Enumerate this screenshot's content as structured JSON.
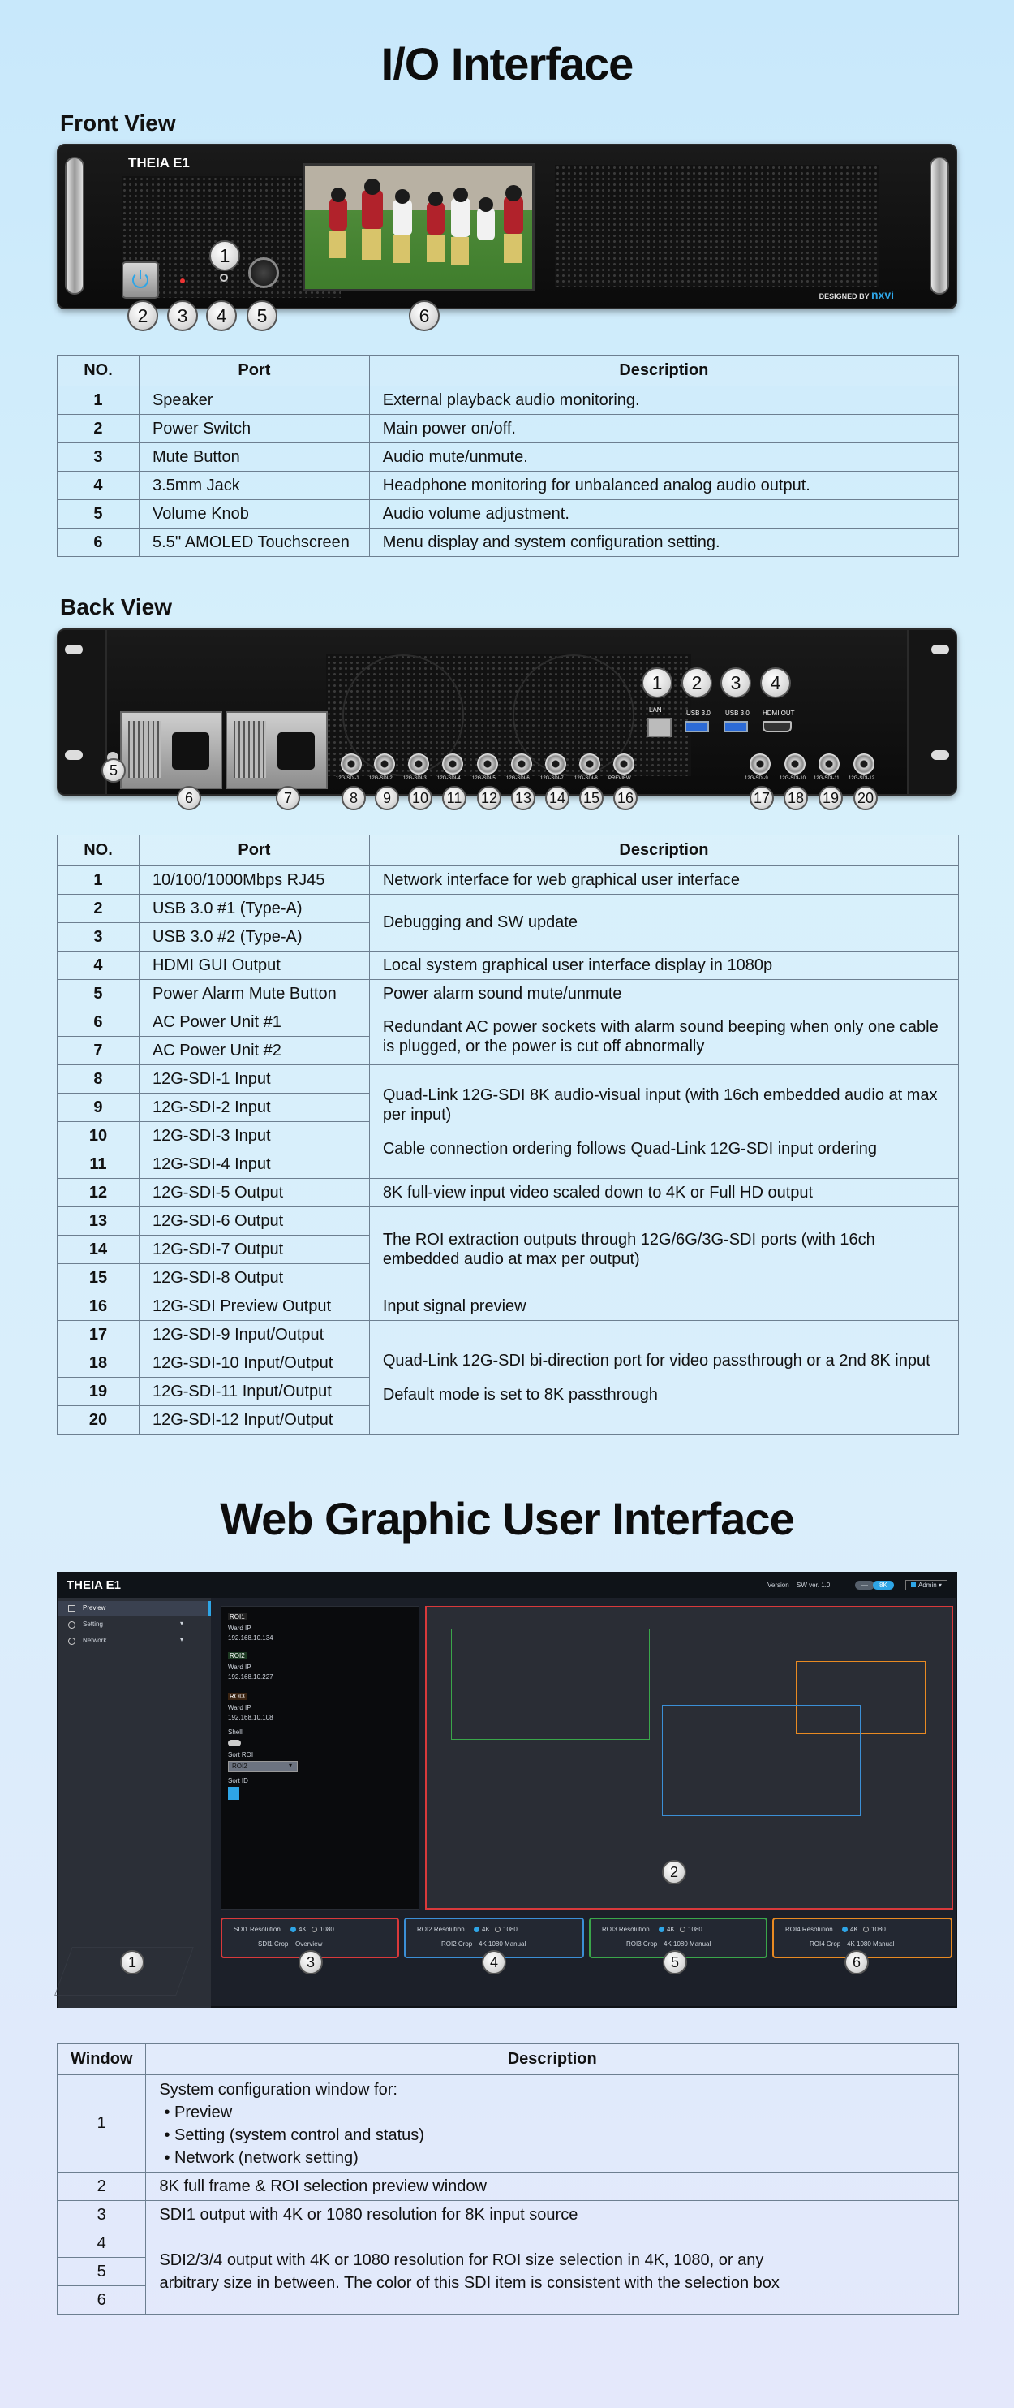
{
  "titles": {
    "io": "I/O Interface",
    "front": "Front View",
    "back": "Back View",
    "web": "Web Graphic User Interface"
  },
  "front_device": {
    "brand": "THEIA E1",
    "maker": "DESIGNED BY",
    "maker_logo": "nxvi",
    "callouts": [
      "1",
      "2",
      "3",
      "4",
      "5",
      "6"
    ]
  },
  "front_table": {
    "headers": [
      "NO.",
      "Port",
      "Description"
    ],
    "rows": [
      {
        "no": "1",
        "port": "Speaker",
        "desc": "External playback audio monitoring."
      },
      {
        "no": "2",
        "port": "Power Switch",
        "desc": "Main power on/off."
      },
      {
        "no": "3",
        "port": "Mute Button",
        "desc": "Audio mute/unmute."
      },
      {
        "no": "4",
        "port": "3.5mm Jack",
        "desc": "Headphone monitoring for unbalanced analog audio output."
      },
      {
        "no": "5",
        "port": "Volume Knob",
        "desc": "Audio volume adjustment."
      },
      {
        "no": "6",
        "port": "5.5'' AMOLED Touchscreen",
        "desc": "Menu display and system configuration setting."
      }
    ]
  },
  "back_device": {
    "port_labels": [
      "LAN",
      "USB 3.0",
      "USB 3.0",
      "HDMI OUT"
    ],
    "bnc_labels": [
      "12G-SDI-1",
      "12G-SDI-2",
      "12G-SDI-3",
      "12G-SDI-4",
      "12G-SDI-5",
      "12G-SDI-6",
      "12G-SDI-7",
      "12G-SDI-8",
      "PREVIEW",
      "12G-SDI-9",
      "12G-SDI-10",
      "12G-SDI-11",
      "12G-SDI-12"
    ],
    "callouts_top": [
      "1",
      "2",
      "3",
      "4"
    ],
    "callouts_bottom": [
      "5",
      "6",
      "7",
      "8",
      "9",
      "10",
      "11",
      "12",
      "13",
      "14",
      "15",
      "16",
      "17",
      "18",
      "19",
      "20"
    ]
  },
  "back_table": {
    "headers": [
      "NO.",
      "Port",
      "Description"
    ],
    "ports": [
      "10/100/1000Mbps RJ45",
      "USB 3.0 #1 (Type-A)",
      "USB 3.0 #2 (Type-A)",
      "HDMI GUI Output",
      "Power Alarm Mute Button",
      "AC Power Unit #1",
      "AC Power Unit #2",
      "12G-SDI-1 Input",
      "12G-SDI-2 Input",
      "12G-SDI-3 Input",
      "12G-SDI-4 Input",
      "12G-SDI-5 Output",
      "12G-SDI-6 Output",
      "12G-SDI-7 Output",
      "12G-SDI-8 Output",
      "12G-SDI Preview Output",
      "12G-SDI-9 Input/Output",
      "12G-SDI-10 Input/Output",
      "12G-SDI-11 Input/Output",
      "12G-SDI-12 Input/Output"
    ],
    "descs": {
      "d1": "Network interface for web graphical user interface",
      "d2": "Debugging and SW update",
      "d4": "Local system graphical user interface display in 1080p",
      "d5": "Power alarm sound mute/unmute",
      "d6": "Redundant AC power sockets with alarm sound beeping when only one cable is plugged, or the power is cut off abnormally",
      "d8a": "Quad-Link 12G-SDI 8K audio-visual input (with 16ch embedded audio at max per input)",
      "d8b": "Cable connection ordering follows Quad-Link 12G-SDI input ordering",
      "d12": "8K full-view input video scaled down to 4K or Full HD output",
      "d13": "The ROI extraction outputs through 12G/6G/3G-SDI ports (with 16ch embedded audio at max per output)",
      "d16": "Input signal preview",
      "d17a": "Quad-Link 12G-SDI bi-direction port for video passthrough or a 2nd 8K input",
      "d17b": "Default mode is set to 8K passthrough"
    }
  },
  "gui": {
    "brand": "THEIA E1",
    "topbar": {
      "version_label": "Version",
      "version": "SW ver. 1.0",
      "chip": "8K",
      "user": "Admin"
    },
    "nav": [
      "Preview",
      "Setting",
      "Network"
    ],
    "rois": [
      {
        "name": "ROI1",
        "addr_label": "Ward IP",
        "addr": "192.168.10.134"
      },
      {
        "name": "ROI2",
        "addr_label": "Ward IP",
        "addr": "192.168.10.227"
      },
      {
        "name": "ROI3",
        "addr_label": "Ward IP",
        "addr": "192.168.10.108"
      }
    ],
    "panel_misc": {
      "switch_label": "Shell",
      "select_label": "Sort ROI",
      "select_value": "ROI2",
      "id_label": "Sort ID"
    },
    "controls": [
      {
        "title": "SDI1 Resolution",
        "opt1": "4K",
        "opt2": "1080",
        "sub": "SDI1 Crop",
        "sub_val": "Overview"
      },
      {
        "title": "ROI2 Resolution",
        "opt1": "4K",
        "opt2": "1080",
        "sub": "ROI2 Crop",
        "sub_val": "4K  1080  Manual"
      },
      {
        "title": "ROI3 Resolution",
        "opt1": "4K",
        "opt2": "1080",
        "sub": "ROI3 Crop",
        "sub_val": "4K  1080  Manual"
      },
      {
        "title": "ROI4 Resolution",
        "opt1": "4K",
        "opt2": "1080",
        "sub": "ROI4 Crop",
        "sub_val": "4K  1080  Manual"
      }
    ],
    "callouts": [
      "1",
      "2",
      "3",
      "4",
      "5",
      "6"
    ],
    "colors": {
      "red": "#d9393b",
      "green": "#3aa64a",
      "orange": "#e88a22",
      "blue": "#3b8fd6",
      "accent": "#2ea5e6"
    }
  },
  "window_table": {
    "headers": [
      "Window",
      "Description"
    ],
    "w1_intro": "System configuration window for:",
    "w1_items": [
      "• Preview",
      "• Setting (system control and status)",
      "• Network (network setting)"
    ],
    "w2": "8K full frame & ROI selection preview window",
    "w3": "SDI1 output with 4K or 1080 resolution for 8K input source",
    "w4": "SDI2/3/4 output with 4K or 1080 resolution for ROI size selection in 4K, 1080, or any arbitrary size in between. The color of this SDI item is consistent with the selection box",
    "nums": [
      "1",
      "2",
      "3",
      "4",
      "5",
      "6"
    ]
  }
}
